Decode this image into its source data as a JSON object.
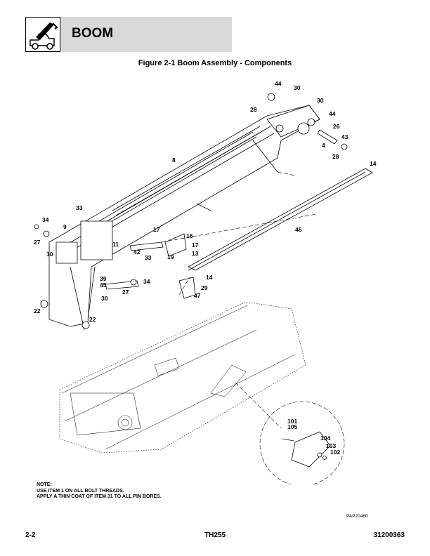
{
  "header": {
    "icon": "telehandler-boom-icon",
    "title": "BOOM"
  },
  "figure": {
    "title": "Figure 2-1 Boom Assembly - Components",
    "callouts": {
      "c44a": "44",
      "c30a": "30",
      "c28a": "28",
      "c30b": "30",
      "c44b": "44",
      "c26": "26",
      "c43": "43",
      "c4": "4",
      "c28b": "28",
      "c14a": "14",
      "c8": "8",
      "c33a": "33",
      "c34": "34",
      "c9": "9",
      "c27a": "27",
      "c10": "10",
      "c17a": "17",
      "c16": "16",
      "c11": "11",
      "c42": "42",
      "c33b": "33",
      "c19": "19",
      "c17b": "17",
      "c13": "13",
      "c46": "46",
      "c14b": "14",
      "c39": "39",
      "c45": "45",
      "c27b": "27",
      "c34b": "34",
      "c29": "29",
      "c47": "47",
      "c30c": "30",
      "c22a": "22",
      "c22b": "22",
      "c101": "101",
      "c105": "105",
      "c104": "104",
      "c103": "103",
      "c102": "102"
    },
    "reference_code": "PAP20460"
  },
  "note": {
    "heading": "NOTE:",
    "line1": "USE ITEM 1 ON ALL BOLT THREADS.",
    "line2": "APPLY A THIN COAT OF ITEM 31 TO ALL PIN BORES."
  },
  "footer": {
    "page": "2-2",
    "model": "TH255",
    "doc_number": "31200363"
  }
}
